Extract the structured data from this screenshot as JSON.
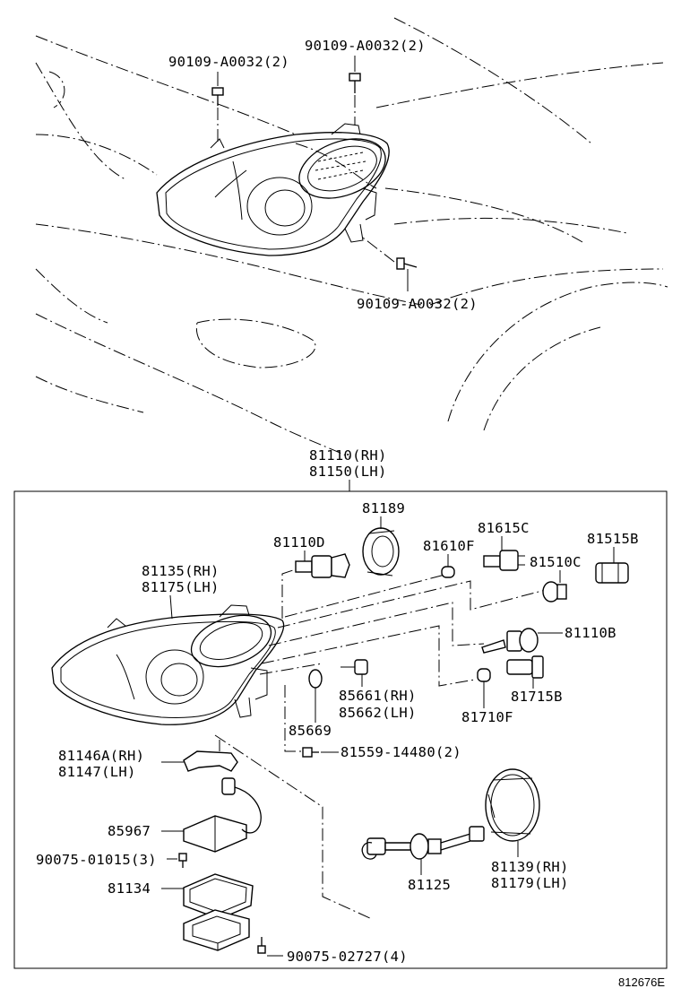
{
  "labels": {
    "bolt_top_left": "90109-A0032(2)",
    "bolt_top_right": "90109-A0032(2)",
    "bolt_lower": "90109-A0032(2)",
    "assy_rh": "81110(RH)",
    "assy_lh": "81150(LH)",
    "p81189": "81189",
    "p81110D": "81110D",
    "p81615C": "81615C",
    "p81610F": "81610F",
    "p81515B": "81515B",
    "p81510C": "81510C",
    "lens_rh": "81135(RH)",
    "lens_lh": "81175(LH)",
    "p81110B": "81110B",
    "p85661": "85661(RH)",
    "p85662": "85662(LH)",
    "p81715B": "81715B",
    "p81710F": "81710F",
    "p85669": "85669",
    "bracket_rh": "81146A(RH)",
    "bracket_lh": "81147(LH)",
    "screw_81559": "81559-14480(2)",
    "p85967": "85967",
    "screw_90075_01015": "90075-01015(3)",
    "p81125": "81125",
    "cover_rh": "81139(RH)",
    "cover_lh": "81179(LH)",
    "p81134": "81134",
    "screw_90075_02727": "90075-02727(4)",
    "figure_id": "812676E"
  }
}
